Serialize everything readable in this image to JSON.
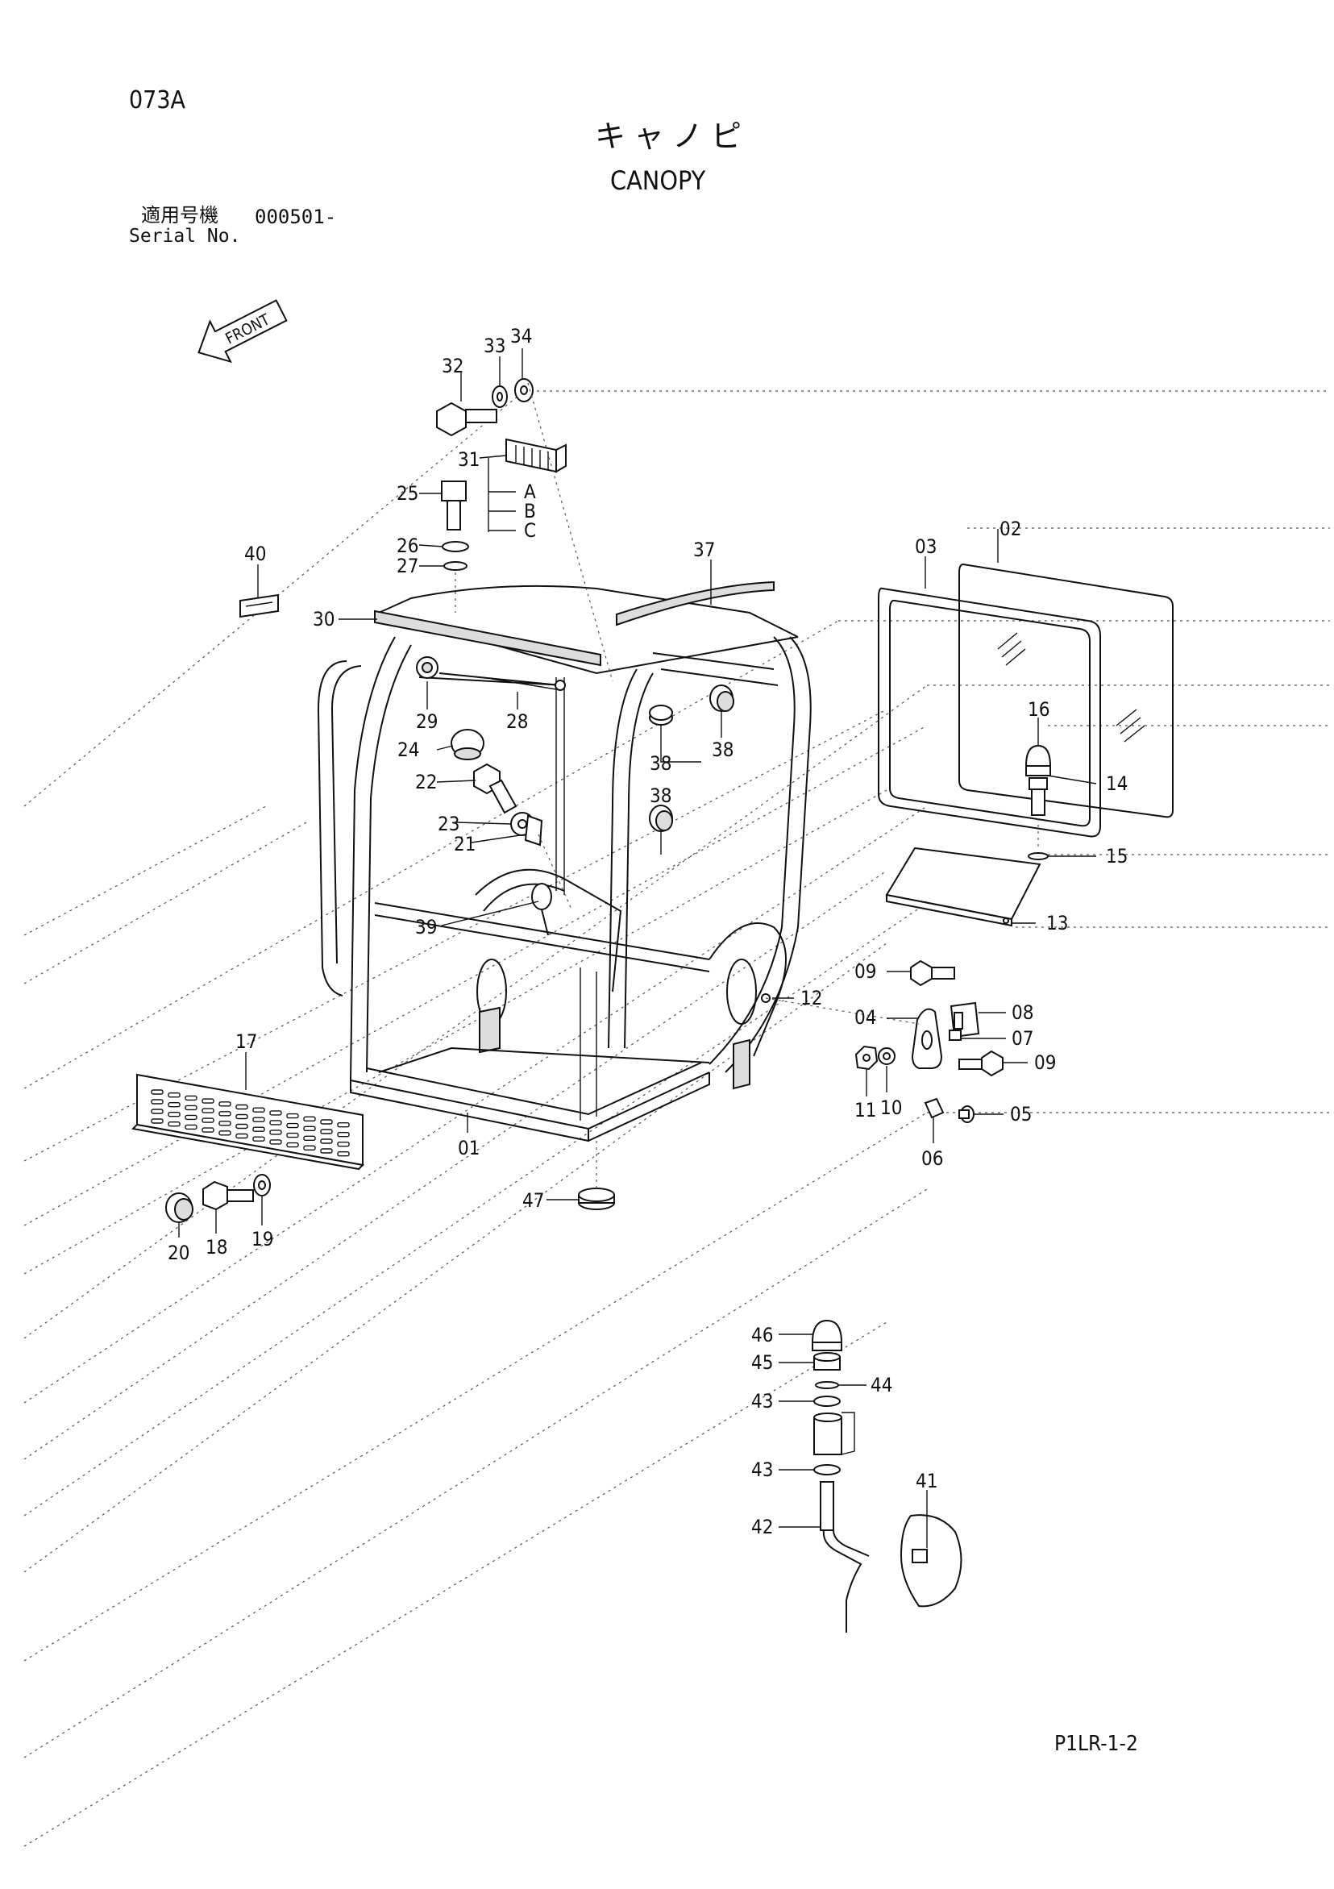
{
  "page_code": "073A",
  "title_ja": "キャノピ",
  "title_en": "CANOPY",
  "serial_ja": "適用号機",
  "serial_number": "000501-",
  "serial_en": "Serial No.",
  "front_label": "FRONT",
  "footer_code": "P1LR-1-2",
  "callouts": {
    "c01": "01",
    "c02": "02",
    "c03": "03",
    "c04": "04",
    "c05": "05",
    "c06": "06",
    "c07": "07",
    "c08": "08",
    "c09a": "09",
    "c09b": "09",
    "c10": "10",
    "c11": "11",
    "c12": "12",
    "c13": "13",
    "c14": "14",
    "c15": "15",
    "c16": "16",
    "c17": "17",
    "c18": "18",
    "c19": "19",
    "c20": "20",
    "c21": "21",
    "c22": "22",
    "c23": "23",
    "c24": "24",
    "c25": "25",
    "c26": "26",
    "c27": "27",
    "c28": "28",
    "c29": "29",
    "c30": "30",
    "c31": "31",
    "c31A": "A",
    "c31B": "B",
    "c31C": "C",
    "c32": "32",
    "c33": "33",
    "c34": "34",
    "c37": "37",
    "c38a": "38",
    "c38b": "38",
    "c38c": "38",
    "c39": "39",
    "c40": "40",
    "c41": "41",
    "c42": "42",
    "c43a": "43",
    "c43b": "43",
    "c44": "44",
    "c45": "45",
    "c46": "46",
    "c47": "47"
  }
}
